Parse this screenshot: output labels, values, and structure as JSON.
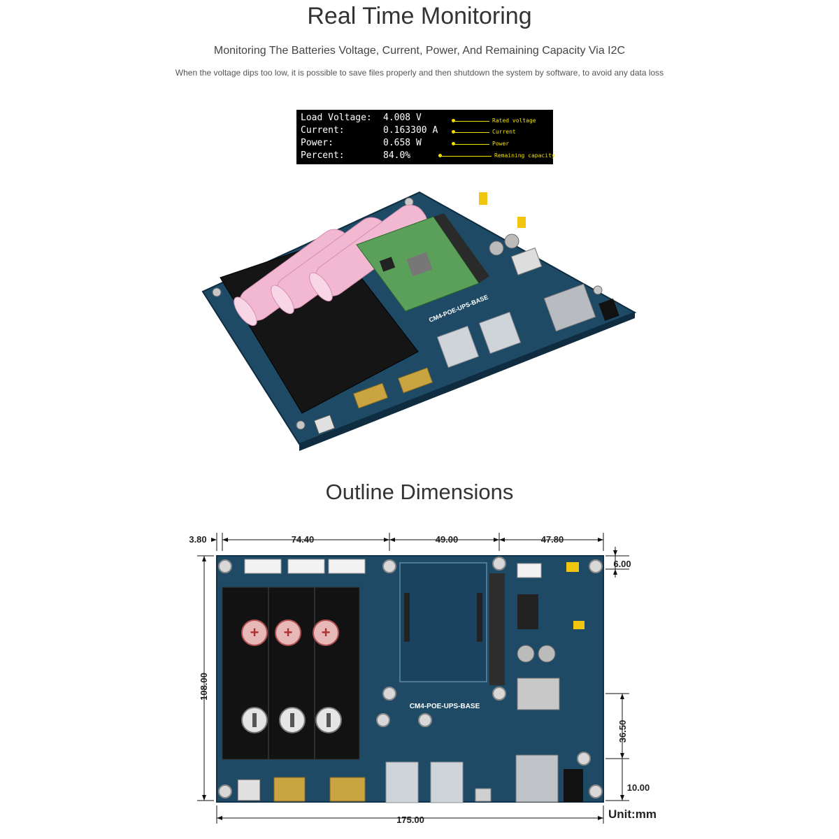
{
  "section1": {
    "title": "Real Time Monitoring",
    "subtitle": "Monitoring The Batteries Voltage, Current, Power, And Remaining Capacity Via I2C",
    "description": "When the voltage dips too low, it is possible to save files properly and then shutdown the system by software, to avoid any data loss"
  },
  "terminal": {
    "rows": [
      {
        "key": "Load Voltage:",
        "value": "4.008 V",
        "callout": "Rated voltage"
      },
      {
        "key": "Current:",
        "value": "0.163300 A",
        "callout": "Current"
      },
      {
        "key": "Power:",
        "value": "0.658 W",
        "callout": "Power"
      },
      {
        "key": "Percent:",
        "value": "84.0%",
        "callout": "Remaining capacity"
      }
    ]
  },
  "board_photo": {
    "silkscreen": "CM4-POE-UPS-BASE"
  },
  "section2": {
    "title": "Outline Dimensions",
    "board_label": "CM4-POE-UPS-BASE",
    "dimensions": {
      "top_left_offset": "3.80",
      "battery_width": "74.40",
      "cm4_width": "49.00",
      "right_width": "47.80",
      "top_right_offset": "6.00",
      "height": "108.00",
      "right_mid": "36.50",
      "right_bottom": "10.00",
      "total_width": "175.00"
    },
    "unit": "Unit:mm"
  },
  "colors": {
    "pcb_blue": "#1e4a66",
    "pcb_blue_dark": "#163a52",
    "battery_pink": "#f2b8d2",
    "terminal_yellow": "#f0e000",
    "gold": "#c9a440"
  }
}
